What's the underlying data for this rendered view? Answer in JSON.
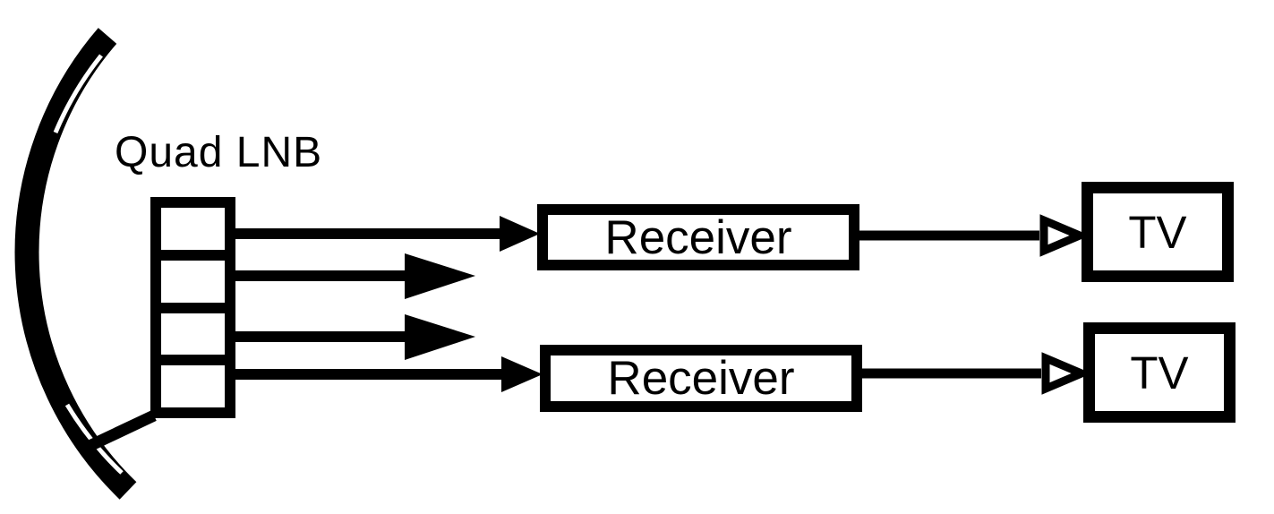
{
  "diagram": {
    "kind": "satellite-tv-wiring-diagram",
    "background_color": "#ffffff",
    "line_color": "#000000",
    "nodes": [
      {
        "id": "dish",
        "kind": "satellite-dish",
        "label": ""
      },
      {
        "id": "quad-lnb",
        "kind": "lnb",
        "label": "Quad LNB",
        "outputs": 4
      },
      {
        "id": "receiver-1",
        "kind": "receiver",
        "label": "Receiver"
      },
      {
        "id": "receiver-2",
        "kind": "receiver",
        "label": "Receiver"
      },
      {
        "id": "tv-1",
        "kind": "tv",
        "label": "TV"
      },
      {
        "id": "tv-2",
        "kind": "tv",
        "label": "TV"
      }
    ],
    "connections": [
      {
        "from": "quad-lnb-output-1",
        "to": "receiver-1",
        "arrowhead": "solid"
      },
      {
        "from": "quad-lnb-output-2",
        "to": "unconnected",
        "arrowhead": "solid"
      },
      {
        "from": "quad-lnb-output-3",
        "to": "unconnected",
        "arrowhead": "solid"
      },
      {
        "from": "quad-lnb-output-4",
        "to": "receiver-2",
        "arrowhead": "solid"
      },
      {
        "from": "receiver-1",
        "to": "tv-1",
        "arrowhead": "hollow"
      },
      {
        "from": "receiver-2",
        "to": "tv-2",
        "arrowhead": "hollow"
      }
    ]
  }
}
